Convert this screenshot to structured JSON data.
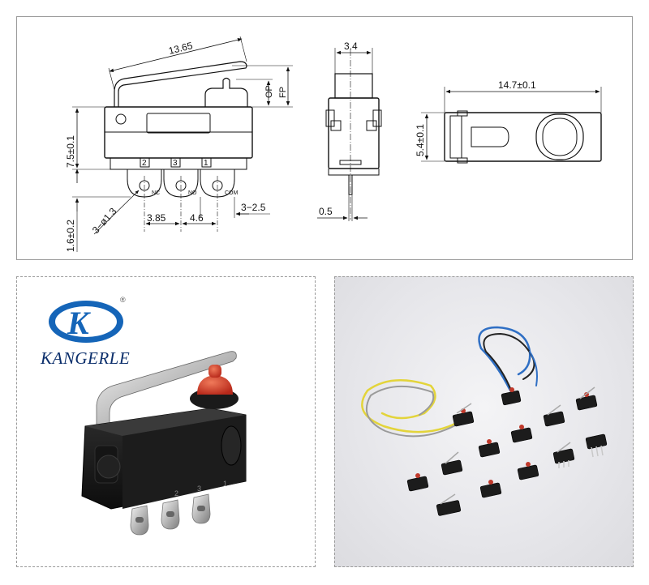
{
  "drawing": {
    "side_view": {
      "length_label": "13.65",
      "height_label": "7.5±0.1",
      "op_label": "OP",
      "fp_label": "FP",
      "hole_label": "3−ø1.3",
      "pitch_left_label": "3.85",
      "pitch_right_label": "4.6",
      "terminal_width_label": "3−2.5",
      "terminal_height_label": "1.6±0.2",
      "terminal_numbers": [
        "2",
        "3",
        "1"
      ],
      "terminal_names": [
        "NC",
        "NO",
        "COM"
      ]
    },
    "front_view": {
      "width_label": "3.4",
      "thickness_label": "0.5"
    },
    "top_view": {
      "length_label": "14.7±0.1",
      "width_label": "5.4±0.1"
    }
  },
  "product_photo": {
    "brand_name": "KANGERLE",
    "logo_letter": "K",
    "registered_mark": "®",
    "housing_markings": [
      "2",
      "3",
      "1"
    ]
  },
  "variants_photo": {
    "wire_colors": [
      "#e8d93a",
      "#2f6fc4",
      "#222222"
    ]
  }
}
